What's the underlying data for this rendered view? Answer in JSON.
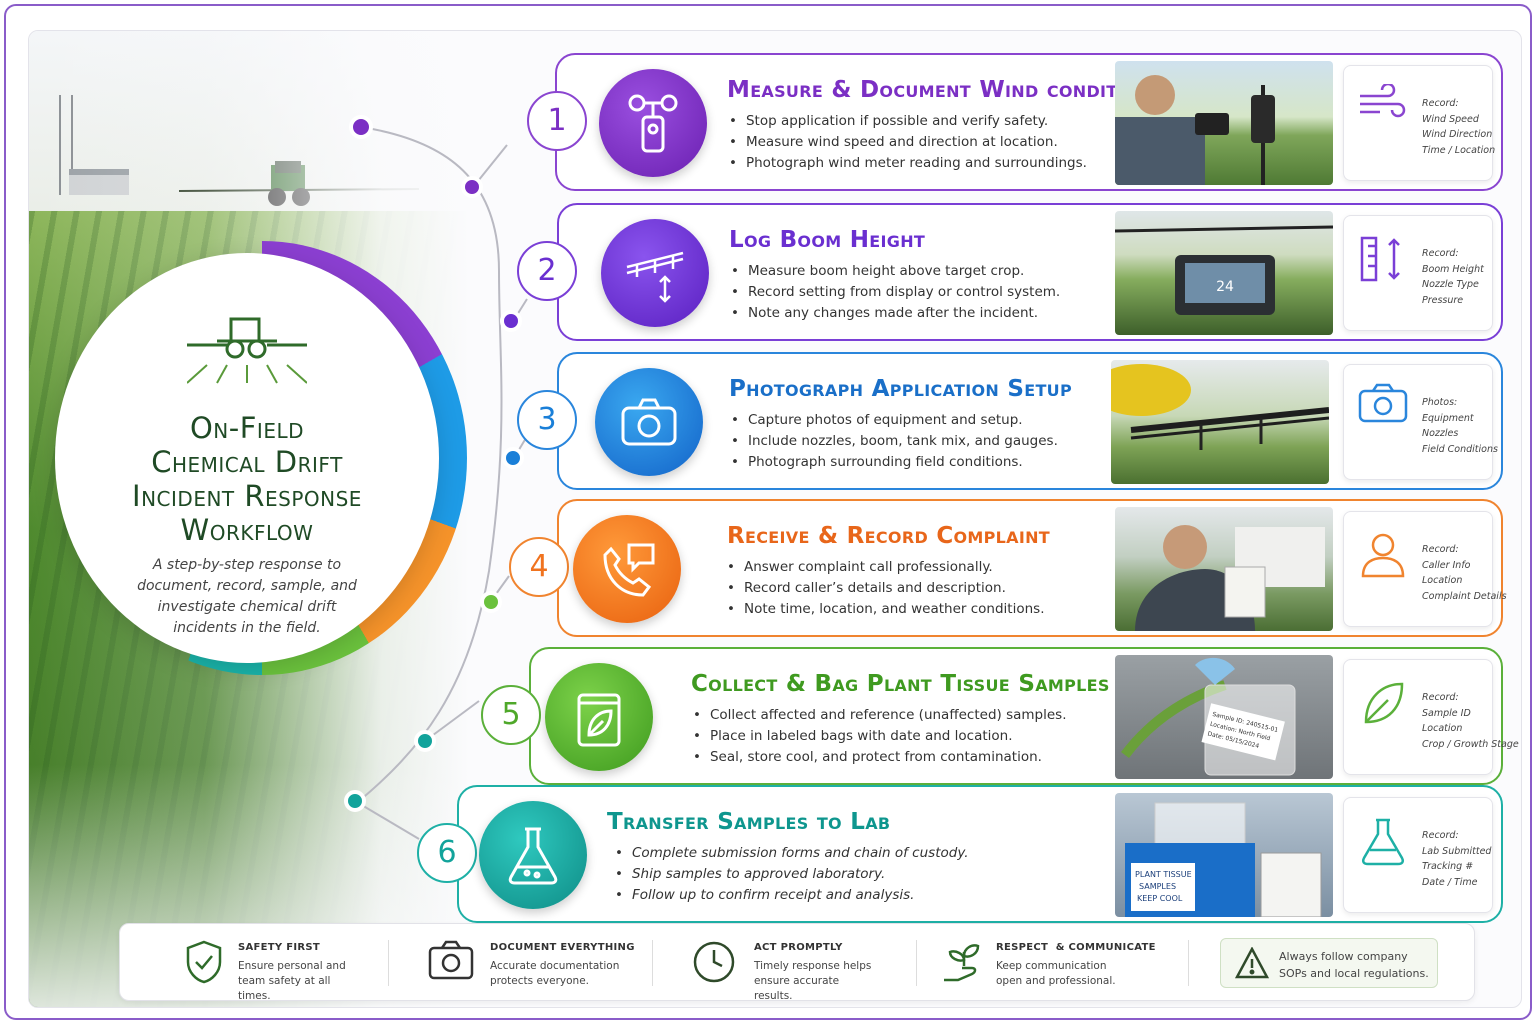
{
  "title": "On-Field Chemical Drift Incident Response Workflow",
  "title_lines": [
    "On-Field",
    "Chemical Drift",
    "Incident Response",
    "Workflow"
  ],
  "subtitle": "A step-by-step response to document, record, sample, and investigate chemical drift incidents in the field.",
  "steps": [
    {
      "num": "1",
      "title": "Measure & Document Wind conditions",
      "color": "#7b2fc4",
      "bullets": [
        "Stop application if possible and verify safety.",
        "Measure wind speed and direction at location.",
        "Photograph wind meter reading and surroundings."
      ],
      "record_label": "Record:",
      "record_items": [
        "Wind Speed",
        "Wind Direction",
        "Time / Location"
      ],
      "icon": "anemometer-icon",
      "record_icon": "wind-icon"
    },
    {
      "num": "2",
      "title": "Log Boom Height",
      "color": "#6a2fd0",
      "bullets": [
        "Measure boom height above target crop.",
        "Record setting from display or control system.",
        "Note any changes made after the incident."
      ],
      "record_label": "Record:",
      "record_items": [
        "Boom Height",
        "Nozzle Type",
        "Pressure"
      ],
      "icon": "boom-sprayer-icon",
      "record_icon": "height-ruler-icon",
      "display_value": "24"
    },
    {
      "num": "3",
      "title": "Photograph Application Setup",
      "color": "#1a7fd8",
      "bullets": [
        "Capture photos of equipment and setup.",
        "Include nozzles, boom, tank mix, and gauges.",
        "Photograph surrounding field conditions."
      ],
      "record_label": "Photos:",
      "record_items": [
        "Equipment",
        "Nozzles",
        "Field Conditions"
      ],
      "icon": "camera-icon",
      "record_icon": "camera-icon"
    },
    {
      "num": "4",
      "title": "Receive & Record Complaint",
      "color": "#f0731f",
      "bullets": [
        "Answer complaint call professionally.",
        "Record caller’s details and description.",
        "Note time, location, and weather conditions."
      ],
      "record_label": "Record:",
      "record_items": [
        "Caller Info",
        "Location",
        "Complaint Details"
      ],
      "icon": "phone-chat-icon",
      "record_icon": "person-icon"
    },
    {
      "num": "5",
      "title": "Collect & Bag Plant Tissue Samples",
      "color": "#4fa82a",
      "bullets": [
        "Collect affected and reference (unaffected) samples.",
        "Place in labeled bags with date and location.",
        "Seal, store cool, and protect from contamination."
      ],
      "record_label": "Record:",
      "record_items": [
        "Sample ID",
        "Location",
        "Crop / Growth Stage"
      ],
      "icon": "sample-bag-icon",
      "record_icon": "leaf-icon",
      "bag_label": [
        "Sample ID: 240515-01",
        "Location: North Field",
        "Date: 05/15/2024"
      ]
    },
    {
      "num": "6",
      "title": "Transfer Samples to Lab",
      "color": "#12a39b",
      "bullets": [
        "Complete submission forms and chain of custody.",
        "Ship samples to approved laboratory.",
        "Follow up to confirm receipt and analysis."
      ],
      "record_label": "Record:",
      "record_items": [
        "Lab Submitted",
        "Tracking #",
        "Date / Time"
      ],
      "icon": "flask-icon",
      "record_icon": "flask-icon",
      "cooler_label": [
        "PLANT TISSUE",
        "SAMPLES",
        "KEEP COOL"
      ]
    }
  ],
  "tips": [
    {
      "title": "SAFETY FIRST",
      "text": "Ensure personal and team safety at all times.",
      "icon": "shield-check-icon"
    },
    {
      "title": "DOCUMENT EVERYTHING",
      "text": "Accurate documentation protects everyone.",
      "icon": "camera-icon"
    },
    {
      "title": "ACT PROMPTLY",
      "text": "Timely response helps ensure accurate results.",
      "icon": "clock-icon"
    },
    {
      "title": "RESPECT  & COMMUNICATE",
      "text": "Keep communication open and professional.",
      "icon": "hand-plant-icon"
    }
  ],
  "warning": {
    "text": "Always follow company SOPs and local regulations.",
    "icon": "warning-triangle-icon"
  }
}
